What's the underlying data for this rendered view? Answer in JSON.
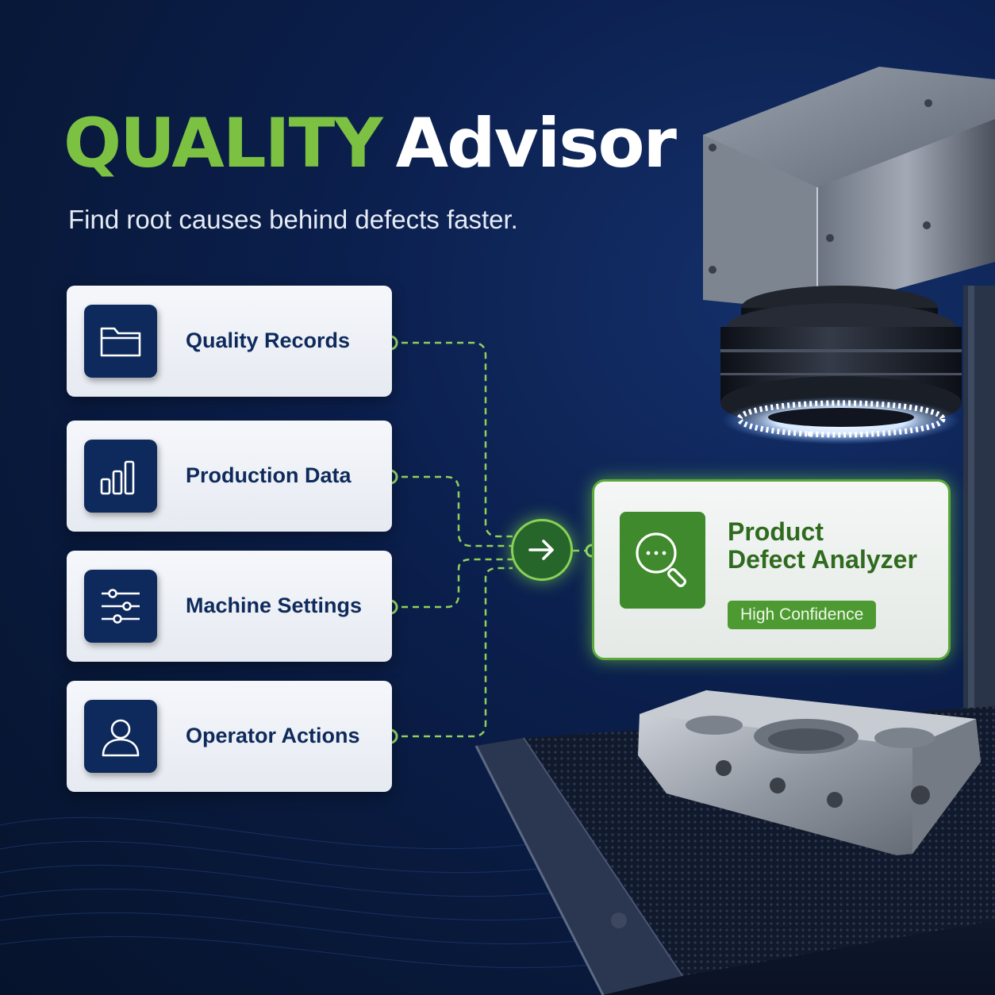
{
  "header": {
    "title_accent": "QUALITY",
    "title_main": "Advisor",
    "subtitle": "Find root causes behind defects faster."
  },
  "inputs": [
    {
      "label": "Quality Records",
      "icon": "folder-icon"
    },
    {
      "label": "Production Data",
      "icon": "bar-chart-icon"
    },
    {
      "label": "Machine Settings",
      "icon": "sliders-icon"
    },
    {
      "label": "Operator Actions",
      "icon": "user-icon"
    }
  ],
  "hub": {
    "icon": "arrow-right-icon"
  },
  "result": {
    "title_line1": "Product",
    "title_line2": "Defect Analyzer",
    "badge": "High Confidence",
    "icon": "search-analyze-icon"
  },
  "colors": {
    "background": "#0b1f4d",
    "accent_green": "#7cc142",
    "card_navy": "#0e2a5c",
    "connector_green": "#8fd05a",
    "badge_green": "#4e9a32"
  }
}
